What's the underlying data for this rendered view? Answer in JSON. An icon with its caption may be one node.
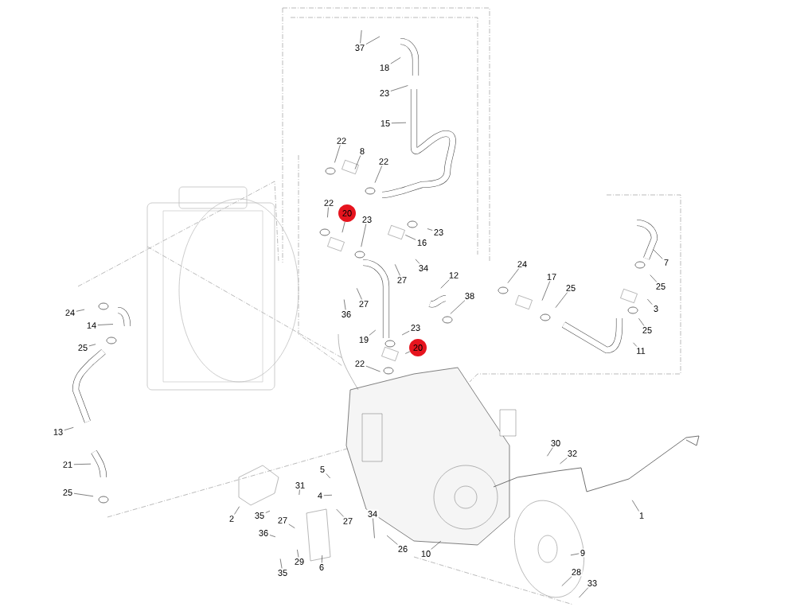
{
  "diagram": {
    "nodes": [
      {
        "text": [
          "37"
        ]
      },
      {
        "text": [
          "18"
        ]
      },
      {
        "text": [
          "23"
        ]
      },
      {
        "text": [
          "15"
        ]
      },
      {
        "text": [
          "22"
        ]
      },
      {
        "text": [
          "8"
        ]
      },
      {
        "text": [
          "22"
        ]
      },
      {
        "text": [
          "22"
        ]
      },
      {
        "text": [
          "20"
        ]
      },
      {
        "text": [
          "23"
        ]
      },
      {
        "text": [
          "23"
        ]
      },
      {
        "text": [
          "16"
        ]
      },
      {
        "text": [
          "34"
        ]
      },
      {
        "text": [
          "27"
        ]
      },
      {
        "text": [
          "12"
        ]
      },
      {
        "text": [
          "38"
        ]
      },
      {
        "text": [
          "27"
        ]
      },
      {
        "text": [
          "36"
        ]
      },
      {
        "text": [
          "19"
        ]
      },
      {
        "text": [
          "23"
        ]
      },
      {
        "text": [
          "20"
        ]
      },
      {
        "text": [
          "22"
        ]
      },
      {
        "text": [
          "24"
        ]
      },
      {
        "text": [
          "17"
        ]
      },
      {
        "text": [
          "25"
        ]
      },
      {
        "text": [
          "7"
        ]
      },
      {
        "text": [
          "25"
        ]
      },
      {
        "text": [
          "3"
        ]
      },
      {
        "text": [
          "25"
        ]
      },
      {
        "text": [
          "11"
        ]
      },
      {
        "text": [
          "24"
        ]
      },
      {
        "text": [
          "14"
        ]
      },
      {
        "text": [
          "25"
        ]
      },
      {
        "text": [
          "13"
        ]
      },
      {
        "text": [
          "21"
        ]
      },
      {
        "text": [
          "25"
        ]
      },
      {
        "text": [
          "2"
        ]
      },
      {
        "text": [
          "35"
        ]
      },
      {
        "text": [
          "31"
        ]
      },
      {
        "text": [
          "5"
        ]
      },
      {
        "text": [
          "4"
        ]
      },
      {
        "text": [
          "27"
        ]
      },
      {
        "text": [
          "36"
        ]
      },
      {
        "text": [
          "29"
        ]
      },
      {
        "text": [
          "35"
        ]
      },
      {
        "text": [
          "6"
        ]
      },
      {
        "text": [
          "34"
        ]
      },
      {
        "text": [
          "27"
        ]
      },
      {
        "text": [
          "26"
        ]
      },
      {
        "text": [
          "10"
        ]
      },
      {
        "text": [
          "30"
        ]
      },
      {
        "text": [
          "32"
        ]
      },
      {
        "text": [
          "1"
        ]
      },
      {
        "text": [
          "9"
        ]
      },
      {
        "text": [
          "28"
        ]
      },
      {
        "text": [
          "33"
        ]
      }
    ],
    "edges": [
      {
        "from": 0,
        "to": null,
        "arrow": "none"
      },
      {
        "from": 0,
        "to": null,
        "arrow": "none"
      },
      {
        "from": 1,
        "to": null,
        "arrow": "none"
      },
      {
        "from": 2,
        "to": null,
        "arrow": "none"
      },
      {
        "from": 3,
        "to": null,
        "arrow": "none"
      },
      {
        "from": 4,
        "to": null,
        "arrow": "none"
      },
      {
        "from": 5,
        "to": null,
        "arrow": "none"
      },
      {
        "from": 6,
        "to": null,
        "arrow": "none"
      },
      {
        "from": 7,
        "to": null,
        "arrow": "none"
      },
      {
        "from": 8,
        "to": null,
        "arrow": "none"
      },
      {
        "from": 9,
        "to": null,
        "arrow": "none"
      },
      {
        "from": 10,
        "to": null,
        "arrow": "none"
      },
      {
        "from": 11,
        "to": null,
        "arrow": "none"
      },
      {
        "from": 12,
        "to": null,
        "arrow": "none"
      },
      {
        "from": 13,
        "to": null,
        "arrow": "none"
      },
      {
        "from": 14,
        "to": null,
        "arrow": "none"
      },
      {
        "from": 15,
        "to": null,
        "arrow": "none"
      },
      {
        "from": 16,
        "to": null,
        "arrow": "none"
      },
      {
        "from": 17,
        "to": null,
        "arrow": "none"
      },
      {
        "from": 18,
        "to": null,
        "arrow": "none"
      },
      {
        "from": 19,
        "to": null,
        "arrow": "none"
      },
      {
        "from": 20,
        "to": null,
        "arrow": "none"
      },
      {
        "from": 21,
        "to": null,
        "arrow": "none"
      },
      {
        "from": 22,
        "to": null,
        "arrow": "none"
      },
      {
        "from": 23,
        "to": null,
        "arrow": "none"
      },
      {
        "from": 24,
        "to": null,
        "arrow": "none"
      },
      {
        "from": 25,
        "to": null,
        "arrow": "none"
      },
      {
        "from": 26,
        "to": null,
        "arrow": "none"
      },
      {
        "from": 27,
        "to": null,
        "arrow": "none"
      },
      {
        "from": 28,
        "to": null,
        "arrow": "none"
      },
      {
        "from": 29,
        "to": null,
        "arrow": "none"
      },
      {
        "from": 30,
        "to": null,
        "arrow": "none"
      },
      {
        "from": 31,
        "to": null,
        "arrow": "none"
      },
      {
        "from": 32,
        "to": null,
        "arrow": "none"
      },
      {
        "from": 33,
        "to": null,
        "arrow": "none"
      },
      {
        "from": 34,
        "to": null,
        "arrow": "none"
      },
      {
        "from": 35,
        "to": null,
        "arrow": "none"
      },
      {
        "from": 36,
        "to": null,
        "arrow": "none"
      },
      {
        "from": 37,
        "to": null,
        "arrow": "none"
      },
      {
        "from": 38,
        "to": null,
        "arrow": "none"
      },
      {
        "from": 39,
        "to": null,
        "arrow": "none"
      },
      {
        "from": 40,
        "to": null,
        "arrow": "none"
      },
      {
        "from": 41,
        "to": null,
        "arrow": "none"
      },
      {
        "from": 42,
        "to": null,
        "arrow": "none"
      },
      {
        "from": 43,
        "to": null,
        "arrow": "none"
      },
      {
        "from": 44,
        "to": null,
        "arrow": "none"
      },
      {
        "from": 45,
        "to": null,
        "arrow": "none"
      },
      {
        "from": 46,
        "to": null,
        "arrow": "none"
      },
      {
        "from": 47,
        "to": null,
        "arrow": "none"
      },
      {
        "from": 48,
        "to": null,
        "arrow": "none"
      },
      {
        "from": 49,
        "to": null,
        "arrow": "none"
      },
      {
        "from": 50,
        "to": null,
        "arrow": "none"
      },
      {
        "from": 51,
        "to": null,
        "arrow": "none"
      },
      {
        "from": 52,
        "to": null,
        "arrow": "none"
      },
      {
        "from": 53,
        "to": null,
        "arrow": "none"
      },
      {
        "from": 54,
        "to": null,
        "arrow": "none"
      },
      {
        "from": 55,
        "to": null,
        "arrow": "none"
      }
    ]
  }
}
